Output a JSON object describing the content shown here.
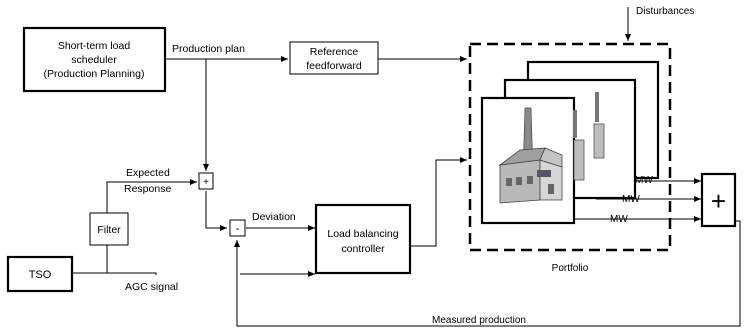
{
  "blocks": {
    "scheduler": {
      "line1": "Short-term load",
      "line2": "scheduler",
      "line3": "(Production Planning)"
    },
    "reference": {
      "line1": "Reference",
      "line2": "feedforward"
    },
    "filter": {
      "label": "Filter"
    },
    "tso": {
      "label": "TSO"
    },
    "controller": {
      "line1": "Load balancing",
      "line2": "controller"
    },
    "summer_plus": {
      "label": "+"
    },
    "summer_minus": {
      "label": "-"
    },
    "output_sum": {
      "label": "+"
    }
  },
  "labels": {
    "production_plan": "Production plan",
    "expected_line1": "Expected",
    "expected_line2": "Response",
    "deviation": "Deviation",
    "agc_signal": "AGC signal",
    "disturbances": "Disturbances",
    "portfolio": "Portfolio",
    "mw1": "MW",
    "mw2": "MW",
    "mw3": "MW",
    "measured_production": "Measured production"
  }
}
